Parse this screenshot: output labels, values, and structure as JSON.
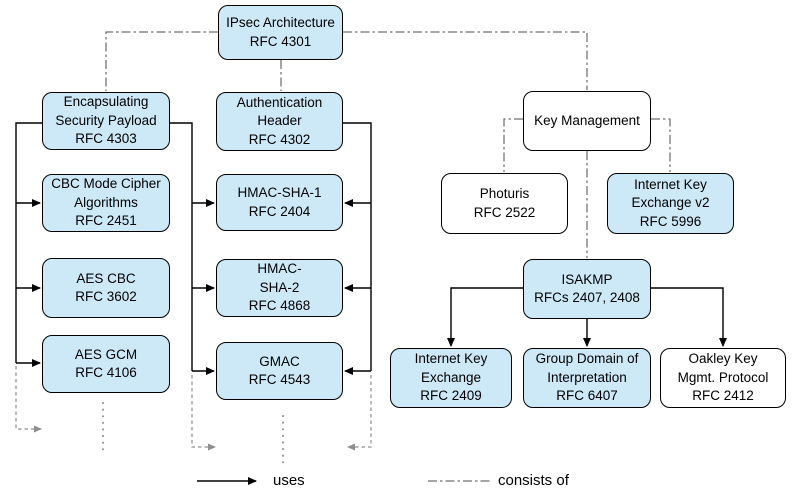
{
  "colors": {
    "node_fill_blue": "#cde9f8",
    "node_fill_white": "#ffffff",
    "border": "#000000",
    "consists_of_line": "#4d4d4d",
    "continuation_line": "#8f8f8f"
  },
  "nodes": [
    {
      "id": "ipsec-architecture",
      "label": "IPsec Architecture\nRFC 4301",
      "fill": "blue"
    },
    {
      "id": "encapsulating-security-payload",
      "label": "Encapsulating\nSecurity Payload\nRFC 4303",
      "fill": "blue"
    },
    {
      "id": "authentication-header",
      "label": "Authentication\nHeader\nRFC 4302",
      "fill": "blue"
    },
    {
      "id": "key-management",
      "label": "Key Management",
      "fill": "white"
    },
    {
      "id": "cbc-mode-cipher-algorithms",
      "label": "CBC Mode Cipher\nAlgorithms\nRFC 2451",
      "fill": "blue"
    },
    {
      "id": "hmac-sha-1",
      "label": "HMAC-SHA-1\nRFC 2404",
      "fill": "blue"
    },
    {
      "id": "photuris",
      "label": "Photuris\nRFC 2522",
      "fill": "white"
    },
    {
      "id": "internet-key-exchange-v2",
      "label": "Internet Key\nExchange v2\nRFC 5996",
      "fill": "blue"
    },
    {
      "id": "aes-cbc",
      "label": "AES CBC\nRFC 3602",
      "fill": "blue"
    },
    {
      "id": "hmac-sha-2",
      "label": "HMAC-\nSHA-2\nRFC 4868",
      "fill": "blue"
    },
    {
      "id": "isakmp",
      "label": "ISAKMP\nRFCs 2407, 2408",
      "fill": "blue"
    },
    {
      "id": "aes-gcm",
      "label": "AES GCM\nRFC 4106",
      "fill": "blue"
    },
    {
      "id": "gmac",
      "label": "GMAC\nRFC 4543",
      "fill": "blue"
    },
    {
      "id": "internet-key-exchange",
      "label": "Internet Key\nExchange\nRFC 2409",
      "fill": "blue"
    },
    {
      "id": "group-domain-of-interpretation",
      "label": "Group Domain of\nInterpretation\nRFC 6407",
      "fill": "blue"
    },
    {
      "id": "oakley-key-mgmt-protocol",
      "label": "Oakley Key\nMgmt. Protocol\nRFC 2412",
      "fill": "white"
    }
  ],
  "legend": {
    "uses_label": "uses",
    "consists_of_label": "consists of"
  }
}
